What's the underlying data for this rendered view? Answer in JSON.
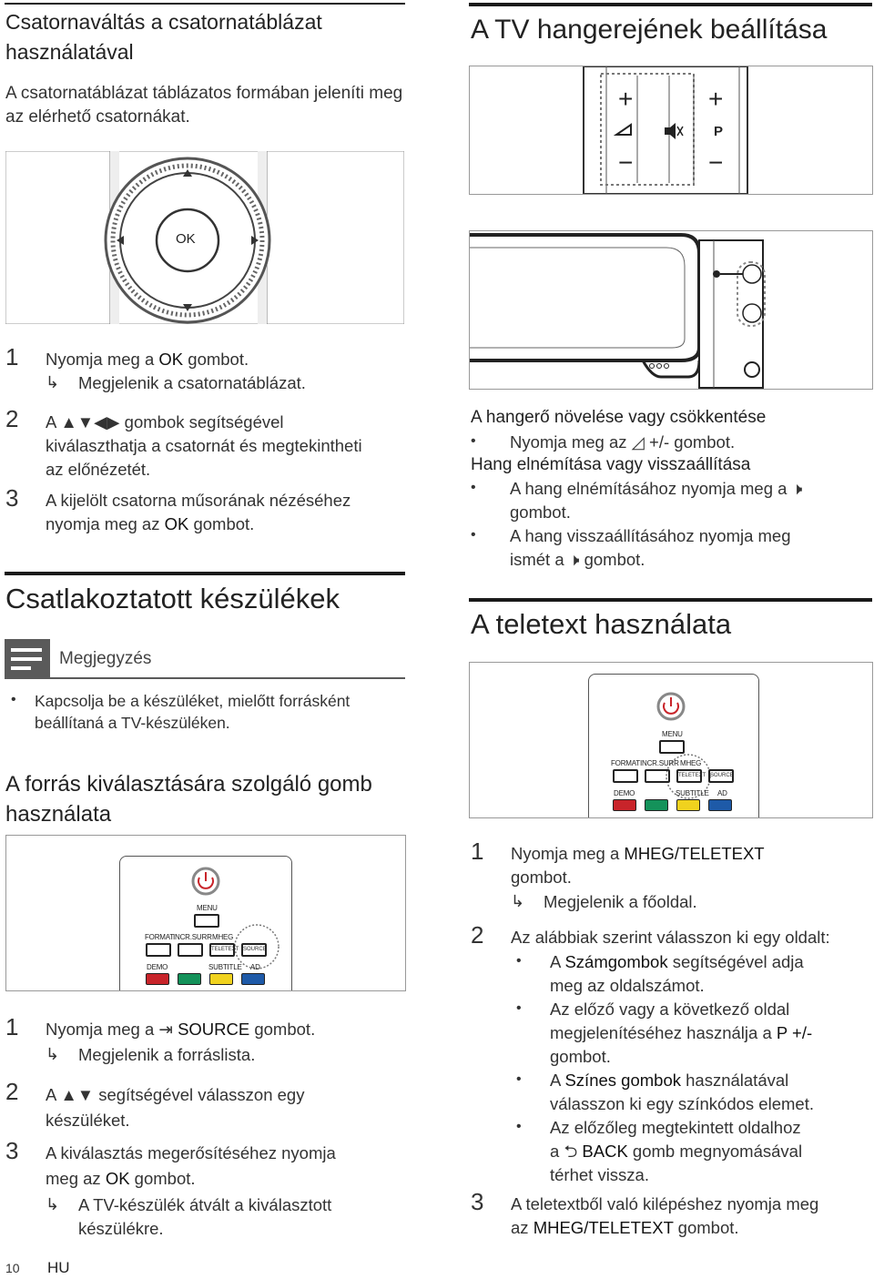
{
  "left": {
    "channel_grid": {
      "title": "Csatornaváltás a csatornatáblázat használatával",
      "intro": "A csatornatáblázat táblázatos formában jeleníti meg az elérhető csatornákat.",
      "ok_label": "OK",
      "steps": [
        {
          "num": "1",
          "line1_a": "Nyomja meg a ",
          "line1_key": "OK",
          "line1_b": " gombot.",
          "result": "Megjelenik a csatornatáblázat."
        },
        {
          "num": "2",
          "line1": "A ▲▼◀▶ gombok segítségével",
          "line2": "kiválaszthatja a csatornát és megtekintheti",
          "line3": "az előnézetét."
        },
        {
          "num": "3",
          "line1": "A kijelölt csatorna műsorának nézéséhez",
          "line2_a": "nyomja meg az ",
          "line2_key": "OK",
          "line2_b": " gombot."
        }
      ]
    },
    "connected": {
      "title": "Csatlakoztatott készülékek",
      "note_label": "Megjegyzés",
      "note_line1": "Kapcsolja be a készüléket, mielőtt forrásként",
      "note_line2": "beállítaná a TV-készüléken."
    },
    "source": {
      "title_line1": "A forrás kiválasztására szolgáló gomb",
      "title_line2": "használata",
      "steps": [
        {
          "num": "1",
          "a": "Nyomja meg a ",
          "key": "SOURCE",
          "b": " gombot.",
          "result": "Megjelenik a forráslista."
        },
        {
          "num": "2",
          "line1": "A ▲▼ segítségével válasszon egy",
          "line2": "készüléket."
        },
        {
          "num": "3",
          "line1": "A kiválasztás megerősítéséhez nyomja",
          "line2_a": "meg az ",
          "line2_key": "OK",
          "line2_b": " gombot.",
          "result1": "A TV-készülék átvált a kiválasztott",
          "result2": "készülékre."
        }
      ]
    }
  },
  "right": {
    "volume": {
      "title": "A TV hangerejének beállítása",
      "panel_symbols": {
        "plus": "+",
        "minus": "−",
        "p": "P"
      },
      "sub1": "A hangerő növelése vagy csökkentése",
      "sub1_bullet_a": "Nyomja meg az ",
      "sub1_bullet_b": " +/- gombot.",
      "sub2": "Hang elnémítása vagy visszaállítása",
      "sub2_b1_line1": "A hang elnémításához nyomja meg a",
      "sub2_b1_line2": "gombot.",
      "sub2_b2_line1": "A hang visszaállításához nyomja meg",
      "sub2_b2_line2_a": "ismét a ",
      "sub2_b2_line2_b": " gombot."
    },
    "teletext": {
      "title": "A teletext használata",
      "steps": [
        {
          "num": "1",
          "a": "Nyomja meg a ",
          "key": "MHEG/TELETEXT",
          "line2": "gombot.",
          "result": "Megjelenik a főoldal."
        },
        {
          "num": "2",
          "line1": "Az alábbiak szerint válasszon ki egy oldalt:"
        },
        {
          "num": "3",
          "line1": "A teletextből való kilépéshez nyomja meg",
          "line2_a": "az ",
          "line2_key": "MHEG/TELETEXT",
          "line2_b": " gombot."
        }
      ],
      "bullets": [
        {
          "l1_a": "A ",
          "l1_key": "Számgombok",
          "l1_b": " segítségével adja",
          "l2": "meg az oldalszámot."
        },
        {
          "l1": "Az előző vagy a következő oldal",
          "l2_a": "megjelenítéséhez használja a ",
          "l2_key": "P +/-",
          "l3": "gombot."
        },
        {
          "l1_a": "A ",
          "l1_key": "Színes gombok",
          "l1_b": " használatával",
          "l2": "válasszon ki egy színkódos elemet."
        },
        {
          "l1": "Az előzőleg megtekintett oldalhoz",
          "l2_a": "a ",
          "l2_key": "BACK",
          "l2_b": " gomb megnyomásával",
          "l3": "térhet vissza."
        }
      ]
    }
  },
  "remote_labels": {
    "menu": "MENU",
    "format": "FORMAT",
    "incr": "INCR.SURR",
    "mheg": "MHEG",
    "teletext": "TELETEXT",
    "source": "SOURCE",
    "demo": "DEMO",
    "subtitle": "SUBTITLE",
    "ad": "AD"
  },
  "colors": {
    "red": "#c8242a",
    "green": "#14925a",
    "yellow": "#f0d21e",
    "blue": "#1e5aa8"
  },
  "footer": {
    "page": "10",
    "lang": "HU"
  }
}
